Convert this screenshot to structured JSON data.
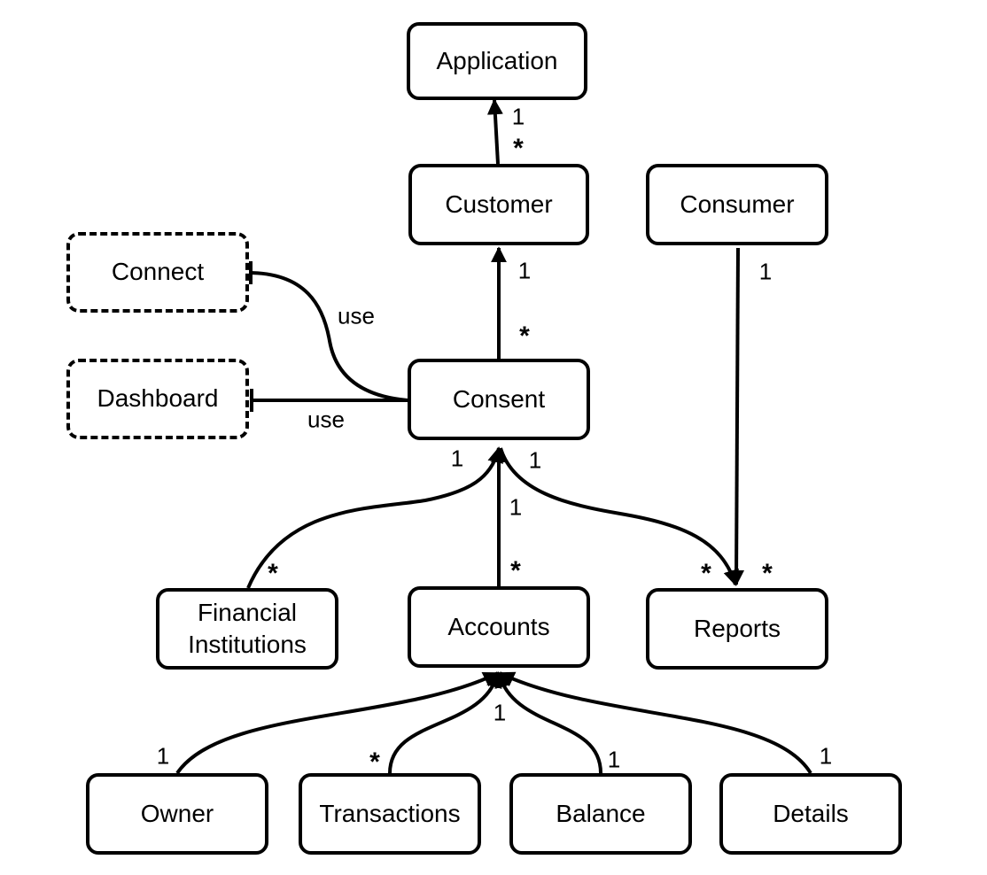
{
  "nodes": {
    "application": "Application",
    "customer": "Customer",
    "consumer": "Consumer",
    "connect": "Connect",
    "dashboard": "Dashboard",
    "consent": "Consent",
    "financial_institutions": "Financial\nInstitutions",
    "accounts": "Accounts",
    "reports": "Reports",
    "owner": "Owner",
    "transactions": "Transactions",
    "balance": "Balance",
    "details": "Details"
  },
  "edges": {
    "customer_application": {
      "target": "1",
      "source": "*"
    },
    "consent_customer": {
      "target": "1",
      "source": "*"
    },
    "connect_consent": {
      "label": "use"
    },
    "dashboard_consent": {
      "label": "use"
    },
    "fi_consent": {
      "target": "1",
      "source": "*"
    },
    "accounts_consent": {
      "target": "1",
      "source": "*"
    },
    "reports_consent": {
      "target": "1",
      "source": "*"
    },
    "consumer_reports": {
      "source": "1",
      "target": "*"
    },
    "owner_accounts": {
      "source": "1"
    },
    "transactions_accounts": {
      "source": "*"
    },
    "balance_accounts": {
      "target": "1",
      "source": "1"
    },
    "details_accounts": {
      "source": "1"
    }
  }
}
